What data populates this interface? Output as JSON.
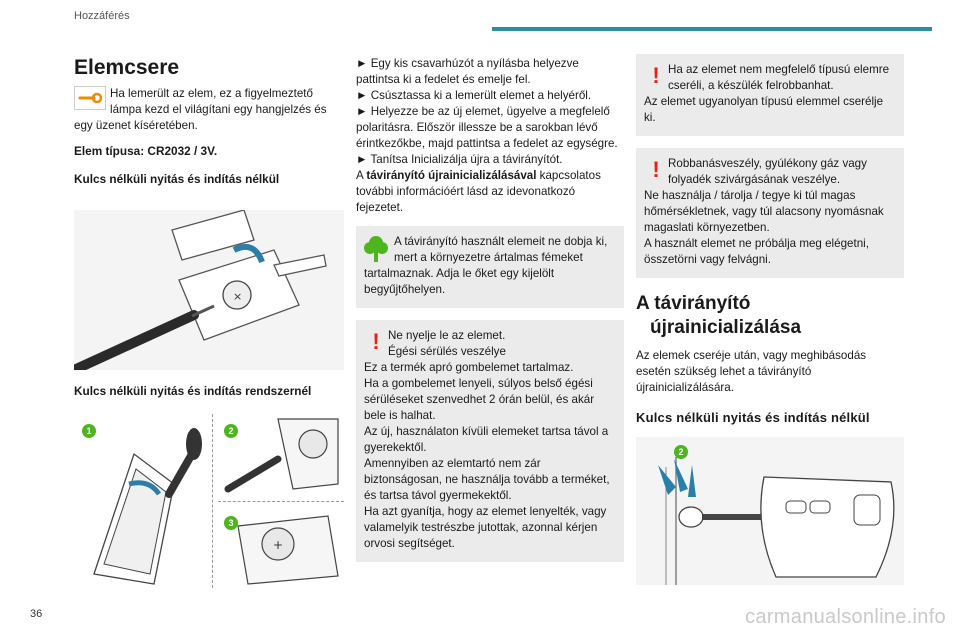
{
  "header": {
    "section": "Hozzáférés"
  },
  "col1": {
    "title": "Elemcsere",
    "warning_text_a": "Ha lemerült az elem, ez a figyelmeztető lámpa kezd el világítani egy hangjelzés és egy üzenet kíséretében.",
    "battery_type": "Elem típusa: CR2032 / 3V.",
    "heading_keyless": "Kulcs nélküli nyitás és indítás nélkül",
    "heading_keyless_system": "Kulcs nélküli nyitás és indítás rendszernél",
    "steps": [
      "1",
      "2",
      "3"
    ]
  },
  "col2": {
    "line1": "► Egy kis csavarhúzót a nyílásba helyezve pattintsa ki a fedelet és emelje fel.",
    "line2": "► Csúsztassa ki a lemerült elemet a helyéről.",
    "line3": "► Helyezze be az új elemet, ügyelve a megfelelő polaritásra. Először illessze be a sarokban lévő érintkezőkbe, majd pattintsa a fedelet az egységre.",
    "line4": "► Tanítsa Inicializálja újra a távirányítót.",
    "line5_pre": "A ",
    "line5_bold": "távirányító újrainicializálásával",
    "line5_post": " kapcsolatos további információért lásd az idevonatkozó fejezetet.",
    "eco_text": "A távirányító használt elemeit ne dobja ki, mert a környezetre ártalmas fémeket tartalmaznak. Adja le őket egy kijelölt begyűjtőhelyen.",
    "warn_lead1": "Ne nyelje le az elemet.",
    "warn_lead2": "Égési sérülés veszélye",
    "warn_body": "Ez a termék apró gombelemet tartalmaz.\nHa a gombelemet lenyeli, súlyos belső égési sérüléseket szenvedhet 2 órán belül, és akár bele is halhat.\nAz új, használaton kívüli elemeket tartsa távol a gyerekektől.\nAmennyiben az elemtartó nem zár biztonságosan, ne használja tovább a terméket, és tartsa távol gyermekektől.\nHa azt gyanítja, hogy az elemet lenyelték, vagy valamelyik testrészbe jutottak, azonnal kérjen orvosi segítséget."
  },
  "col3": {
    "box1_lead": "Ha az elemet nem megfelelő típusú elemre cseréli, a készülék felrobbanhat.",
    "box1_body": "Az elemet ugyanolyan típusú elemmel cserélje ki.",
    "box2_lead": "Robbanásveszély, gyúlékony gáz vagy folyadék szivárgásának veszélye.",
    "box2_body": "Ne használja / tárolja / tegye ki túl magas hőmérsékletnek, vagy túl alacsony nyomásnak magaslati környezetben.\nA használt elemet ne próbálja meg elégetni, összetörni vagy felvágni.",
    "title_line1": "A távirányító",
    "title_line2": "újrainicializálása",
    "intro": "Az elemek cseréje után, vagy meghibásodás esetén szükség lehet a távirányító újrainicializálására.",
    "heading": "Kulcs nélküli nyitás és indítás nélkül",
    "step": "2"
  },
  "footer": {
    "page_number": "36",
    "watermark": "carmanualsonline.info"
  },
  "colors": {
    "accent": "#2a8fa3",
    "warning": "#e2231a",
    "eco": "#4db51d",
    "box": "#ebebeb"
  }
}
